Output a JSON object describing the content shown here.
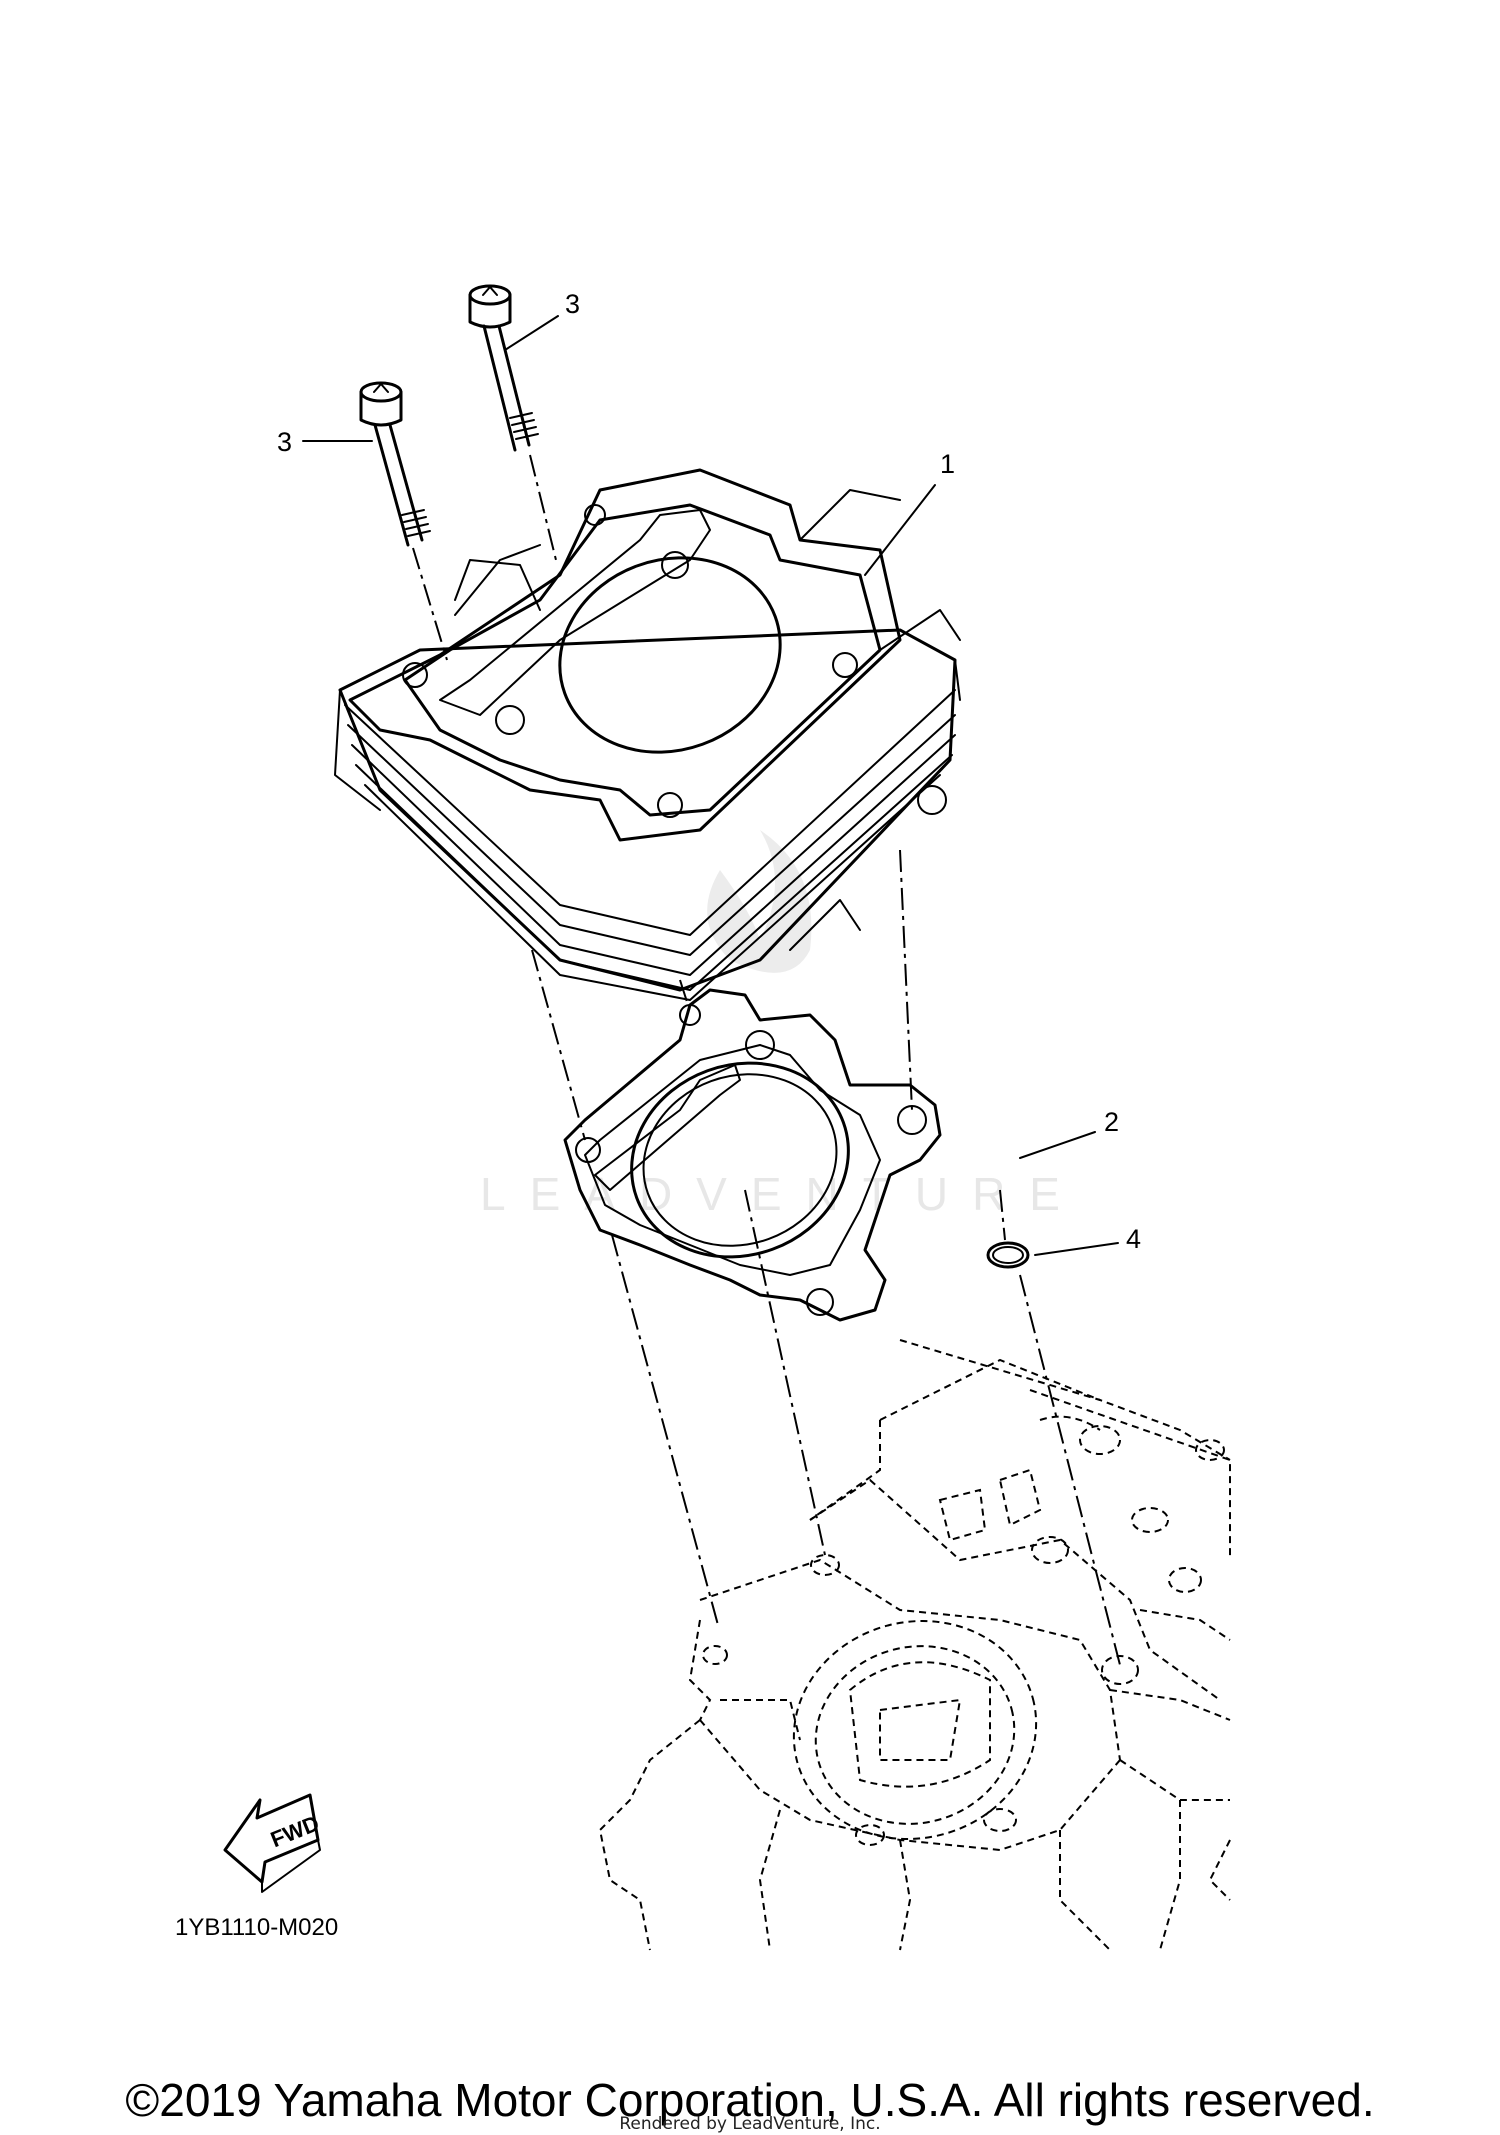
{
  "callouts": {
    "bolt_left": "3",
    "bolt_right": "3",
    "cylinder": "1",
    "gasket": "2",
    "o_ring": "4"
  },
  "fwd_label": "FWD",
  "drawing_code": "1YB1110-M020",
  "watermark": "LEADVENTURE",
  "copyright": "©2019 Yamaha Motor Corporation, U.S.A. All rights reserved.",
  "rendered_by": "Rendered by LeadVenture, Inc."
}
